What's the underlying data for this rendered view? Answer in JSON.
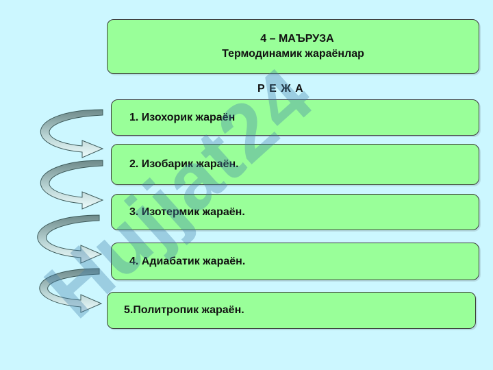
{
  "lecture": {
    "number": "4 – МАЪРУЗА",
    "subtitle": "Термодинамик жараёнлар"
  },
  "plan_label": "Р Е Ж А",
  "items": [
    {
      "label": "1. Изохорик жараён"
    },
    {
      "label": "2. Изобарик жараён."
    },
    {
      "label": "3. Изотермик жараён."
    },
    {
      "label": "4. Адиабатик жараён."
    },
    {
      "label": "5.Политропик жараён."
    }
  ],
  "watermark": "Hujjat24",
  "colors": {
    "background": "#ccf7ff",
    "box_fill": "#99ff99",
    "arrow_dark": "#6e8a8a",
    "arrow_light": "#e8fbfb",
    "watermark": "#3f7ea8"
  }
}
